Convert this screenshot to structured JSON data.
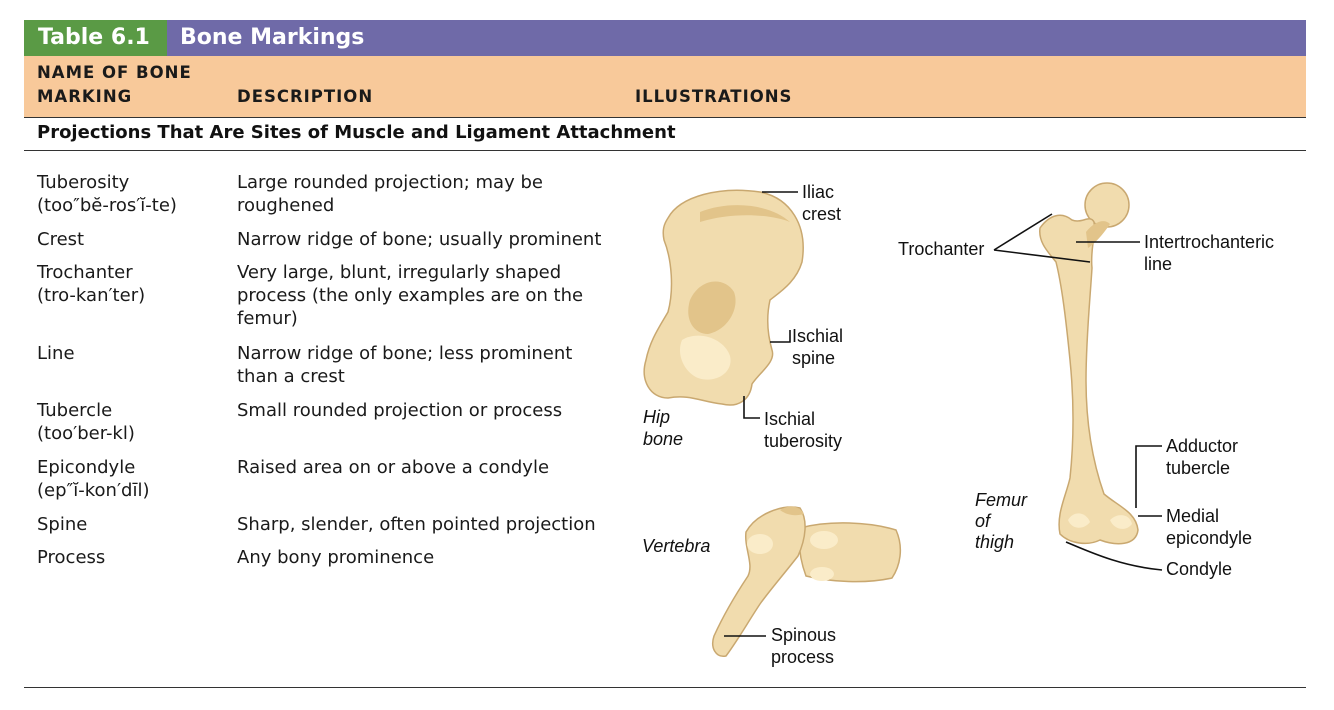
{
  "table": {
    "number": "Table 6.1",
    "title": "Bone Markings"
  },
  "columns": {
    "name_line1": "NAME OF BONE",
    "name_line2": "MARKING",
    "description": "DESCRIPTION",
    "illustrations": "ILLUSTRATIONS"
  },
  "section": {
    "title": "Projections That Are Sites of Muscle and Ligament Attachment"
  },
  "rows": [
    {
      "name": "Tuberosity",
      "pronunciation": "(too″bĕ-ros′ĭ-te)",
      "description": "Large rounded projection; may be roughened"
    },
    {
      "name": "Crest",
      "pronunciation": "",
      "description": "Narrow ridge of bone; usually prominent"
    },
    {
      "name": "Trochanter",
      "pronunciation": "(tro-kan′ter)",
      "description": "Very large, blunt, irregularly shaped process (the only examples are on the femur)"
    },
    {
      "name": "Line",
      "pronunciation": "",
      "description": "Narrow ridge of bone; less prominent than a crest"
    },
    {
      "name": "Tubercle",
      "pronunciation": "(too′ber-kl)",
      "description": "Small rounded projection or process"
    },
    {
      "name": "Epicondyle",
      "pronunciation": "(ep″ĭ-kon′dīl)",
      "description": "Raised area on or above a condyle"
    },
    {
      "name": "Spine",
      "pronunciation": "",
      "description": "Sharp, slender, often pointed projection"
    },
    {
      "name": "Process",
      "pronunciation": "",
      "description": "Any bony prominence"
    }
  ],
  "illustrations": {
    "hip": {
      "caption_1": "Hip",
      "caption_2": "bone",
      "iliac_crest_1": "Iliac",
      "iliac_crest_2": "crest",
      "ischial_spine_1": "Ischial",
      "ischial_spine_2": "spine",
      "ischial_tuberosity_1": "Ischial",
      "ischial_tuberosity_2": "tuberosity"
    },
    "vertebra": {
      "caption": "Vertebra",
      "spinous_process_1": "Spinous",
      "spinous_process_2": "process"
    },
    "femur": {
      "caption_1": "Femur",
      "caption_2": "of",
      "caption_3": "thigh",
      "trochanter": "Trochanter",
      "intertrochanteric_1": "Intertrochanteric",
      "intertrochanteric_2": "line",
      "adductor_1": "Adductor",
      "adductor_2": "tubercle",
      "medial_1": "Medial",
      "medial_2": "epicondyle",
      "condyle": "Condyle"
    }
  },
  "colors": {
    "title_tag": "#5a9a45",
    "title_bar": "#6f6aa8",
    "header_band": "#f8c99a",
    "bone": "#f1dcae"
  }
}
